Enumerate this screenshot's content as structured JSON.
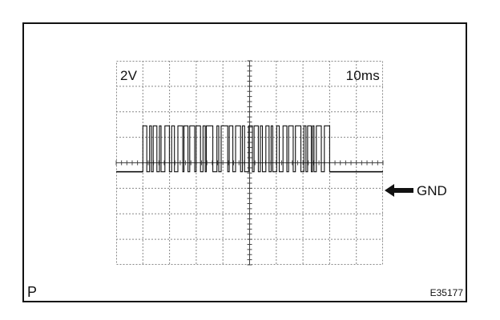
{
  "scope": {
    "volts_per_div": "2V",
    "time_per_div": "10ms",
    "ground_label": "GND",
    "page_letter": "P",
    "figure_code": "E35177",
    "grid_divisions": {
      "horizontal": 10,
      "vertical": 8
    },
    "ground_level_div": 0,
    "high_level_div": 2,
    "signal_span_divs": [
      1,
      8
    ]
  },
  "icons": {
    "gnd_arrow": "left-arrow-icon"
  },
  "colors": {
    "ink": "#111111",
    "grid": "#888888",
    "paper": "#ffffff"
  }
}
